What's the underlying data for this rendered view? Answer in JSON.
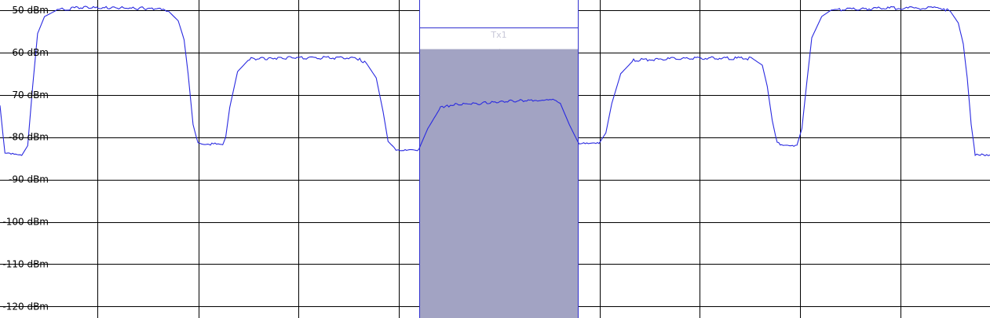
{
  "chart_data": {
    "type": "line",
    "y_unit": "dBm",
    "ylim": [
      -120,
      -50
    ],
    "y_ticks": [
      "-50 dBm",
      "-60 dBm",
      "-70 dBm",
      "-80 dBm",
      "-90 dBm",
      "-100 dBm",
      "-110 dBm",
      "-120 dBm"
    ],
    "y_tick_values": [
      -50,
      -60,
      -70,
      -80,
      -90,
      -100,
      -110,
      -120
    ],
    "xlim": [
      0,
      1
    ],
    "grid": true,
    "channel_label": "Tx1",
    "channel_band": {
      "x_start": 0.4236,
      "x_end": 0.5837,
      "top_dBm": -59.2
    },
    "series": [
      {
        "color": "#2a2ae0",
        "points": [
          [
            0.0,
            -72.5
          ],
          [
            0.005,
            -84.0
          ],
          [
            0.022,
            -84.3
          ],
          [
            0.028,
            -82.0
          ],
          [
            0.033,
            -68.0
          ],
          [
            0.038,
            -55.5
          ],
          [
            0.045,
            -51.5
          ],
          [
            0.058,
            -49.9
          ],
          [
            0.08,
            -49.4
          ],
          [
            0.12,
            -49.5
          ],
          [
            0.16,
            -49.6
          ],
          [
            0.17,
            -50.2
          ],
          [
            0.18,
            -52.5
          ],
          [
            0.186,
            -57.0
          ],
          [
            0.19,
            -65.0
          ],
          [
            0.195,
            -77.0
          ],
          [
            0.2,
            -81.5
          ],
          [
            0.225,
            -81.8
          ],
          [
            0.228,
            -80.0
          ],
          [
            0.232,
            -73.0
          ],
          [
            0.24,
            -64.5
          ],
          [
            0.252,
            -61.5
          ],
          [
            0.3,
            -61.2
          ],
          [
            0.36,
            -61.3
          ],
          [
            0.37,
            -62.5
          ],
          [
            0.38,
            -66.0
          ],
          [
            0.387,
            -74.0
          ],
          [
            0.392,
            -81.0
          ],
          [
            0.4,
            -82.9
          ],
          [
            0.423,
            -82.9
          ],
          [
            0.432,
            -78.0
          ],
          [
            0.445,
            -73.0
          ],
          [
            0.46,
            -72.3
          ],
          [
            0.5,
            -71.8
          ],
          [
            0.54,
            -71.2
          ],
          [
            0.56,
            -70.9
          ],
          [
            0.566,
            -72.0
          ],
          [
            0.575,
            -77.0
          ],
          [
            0.585,
            -81.7
          ],
          [
            0.605,
            -81.5
          ],
          [
            0.612,
            -79.0
          ],
          [
            0.618,
            -72.0
          ],
          [
            0.627,
            -65.0
          ],
          [
            0.64,
            -61.8
          ],
          [
            0.7,
            -61.3
          ],
          [
            0.76,
            -61.4
          ],
          [
            0.77,
            -63.0
          ],
          [
            0.775,
            -68.0
          ],
          [
            0.78,
            -76.0
          ],
          [
            0.785,
            -81.5
          ],
          [
            0.805,
            -81.9
          ],
          [
            0.81,
            -78.0
          ],
          [
            0.815,
            -67.0
          ],
          [
            0.82,
            -56.5
          ],
          [
            0.83,
            -51.5
          ],
          [
            0.84,
            -49.9
          ],
          [
            0.9,
            -49.5
          ],
          [
            0.95,
            -49.5
          ],
          [
            0.96,
            -50.3
          ],
          [
            0.968,
            -53.0
          ],
          [
            0.973,
            -58.0
          ],
          [
            0.977,
            -66.0
          ],
          [
            0.981,
            -77.0
          ],
          [
            0.985,
            -84.0
          ],
          [
            1.0,
            -84.2
          ]
        ]
      }
    ]
  }
}
